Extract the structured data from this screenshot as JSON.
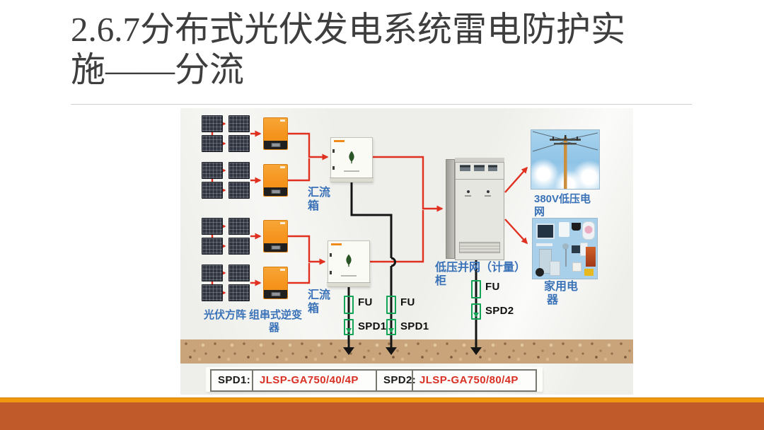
{
  "slide": {
    "title": {
      "line1": "2.6.7分布式光伏发电系统雷电防护实",
      "line2": "施——分流"
    }
  },
  "diagram": {
    "component_labels": {
      "pv_array": "光伏方阵",
      "string_inverter": {
        "line1": "组串式逆变",
        "line2": "器"
      },
      "combiner_box": {
        "line1": "汇流",
        "line2": "箱"
      },
      "grid_cabinet": {
        "line1": "低压并网（计量）",
        "line2": "柜"
      },
      "lv_grid": {
        "line1": "380V低压电",
        "line2": "网"
      },
      "home_appliances": {
        "line1": "家用电",
        "line2": "器"
      }
    },
    "protection_labels": {
      "fuse": "FU",
      "spd1": "SPD1",
      "spd2": "SPD2"
    }
  },
  "spec_table": {
    "spd1_label": "SPD1:",
    "spd1_value": "JLSP-GA750/40/4P",
    "spd2_label": "SPD2:",
    "spd2_value": "JLSP-GA750/80/4P"
  },
  "colors": {
    "accent_strip_orange": "#ef970e",
    "accent_band_rust": "#c05a2a",
    "label_blue": "#3a72b8",
    "wire_red": "#e03020",
    "wire_black": "#141414",
    "protection_green": "#13a457",
    "inverter_orange": "#f5941d",
    "spec_value_red": "#d93025",
    "ground_tan": "#c9a47b"
  }
}
